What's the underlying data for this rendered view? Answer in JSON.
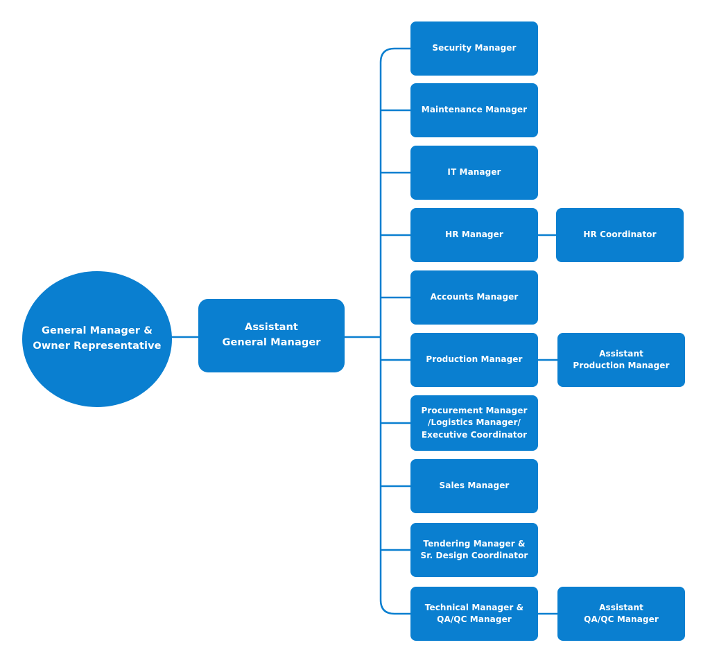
{
  "diagram": {
    "colors": {
      "node": "#0a7fd0",
      "text": "#ffffff",
      "line": "#0a7fd0"
    },
    "root": {
      "label": "General Manager &\nOwner Representative"
    },
    "assistant_gm": {
      "label": "Assistant\nGeneral Manager"
    },
    "managers": [
      {
        "label": "Security Manager"
      },
      {
        "label": "Maintenance Manager"
      },
      {
        "label": "IT Manager"
      },
      {
        "label": "HR Manager"
      },
      {
        "label": "Accounts Manager"
      },
      {
        "label": "Production Manager"
      },
      {
        "label": "Procurement Manager\n/Logistics Manager/\nExecutive Coordinator"
      },
      {
        "label": "Sales Manager"
      },
      {
        "label": "Tendering Manager &\nSr. Design Coordinator"
      },
      {
        "label": "Technical Manager &\nQA/QC Manager"
      }
    ],
    "subordinates": [
      {
        "label": "HR Coordinator",
        "reports_to": "HR Manager"
      },
      {
        "label": "Assistant\nProduction Manager",
        "reports_to": "Production Manager"
      },
      {
        "label": "Assistant\nQA/QC Manager",
        "reports_to": "Technical Manager &\nQA/QC Manager"
      }
    ]
  }
}
